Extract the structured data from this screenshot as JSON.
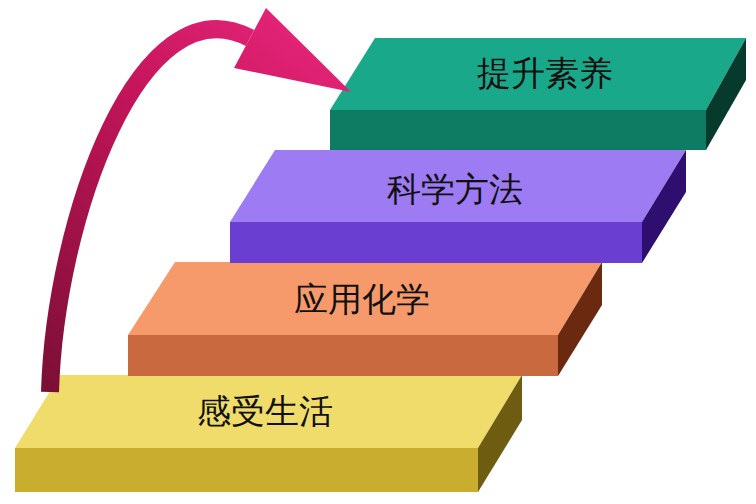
{
  "diagram": {
    "nodes": [
      {
        "text": [
          "提升素养"
        ]
      },
      {
        "text": [
          "科学方法"
        ]
      },
      {
        "text": [
          "应用化学"
        ]
      },
      {
        "text": [
          "感受生活"
        ]
      }
    ]
  }
}
